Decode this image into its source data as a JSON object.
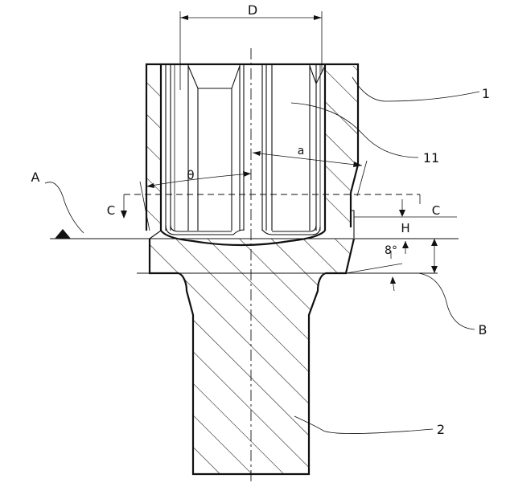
{
  "labels": {
    "dim_d": "D",
    "angle_theta": "θ",
    "dim_a": "a",
    "section_c_left": "C",
    "section_c_right": "C",
    "dim_h": "H",
    "angle_8": "8°",
    "ref_a": "A",
    "ref_b": "B",
    "part_1": "1",
    "part_11": "11",
    "part_2": "2"
  }
}
